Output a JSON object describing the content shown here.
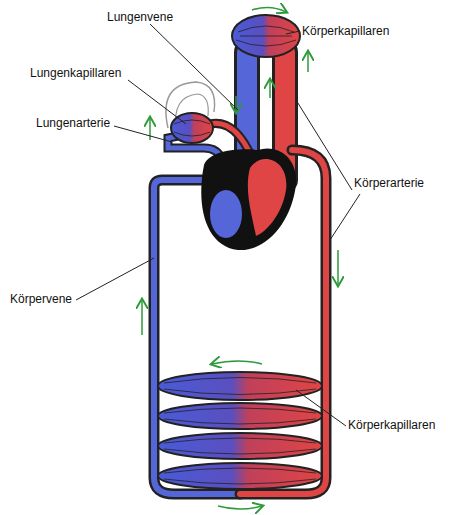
{
  "diagram": {
    "labels": [
      "Lungenvene",
      "Körperkapillaren",
      "Lungenkapillaren",
      "Lungenarterie",
      "Körperarterie",
      "Körpervene",
      "Körperkapillaren"
    ]
  }
}
